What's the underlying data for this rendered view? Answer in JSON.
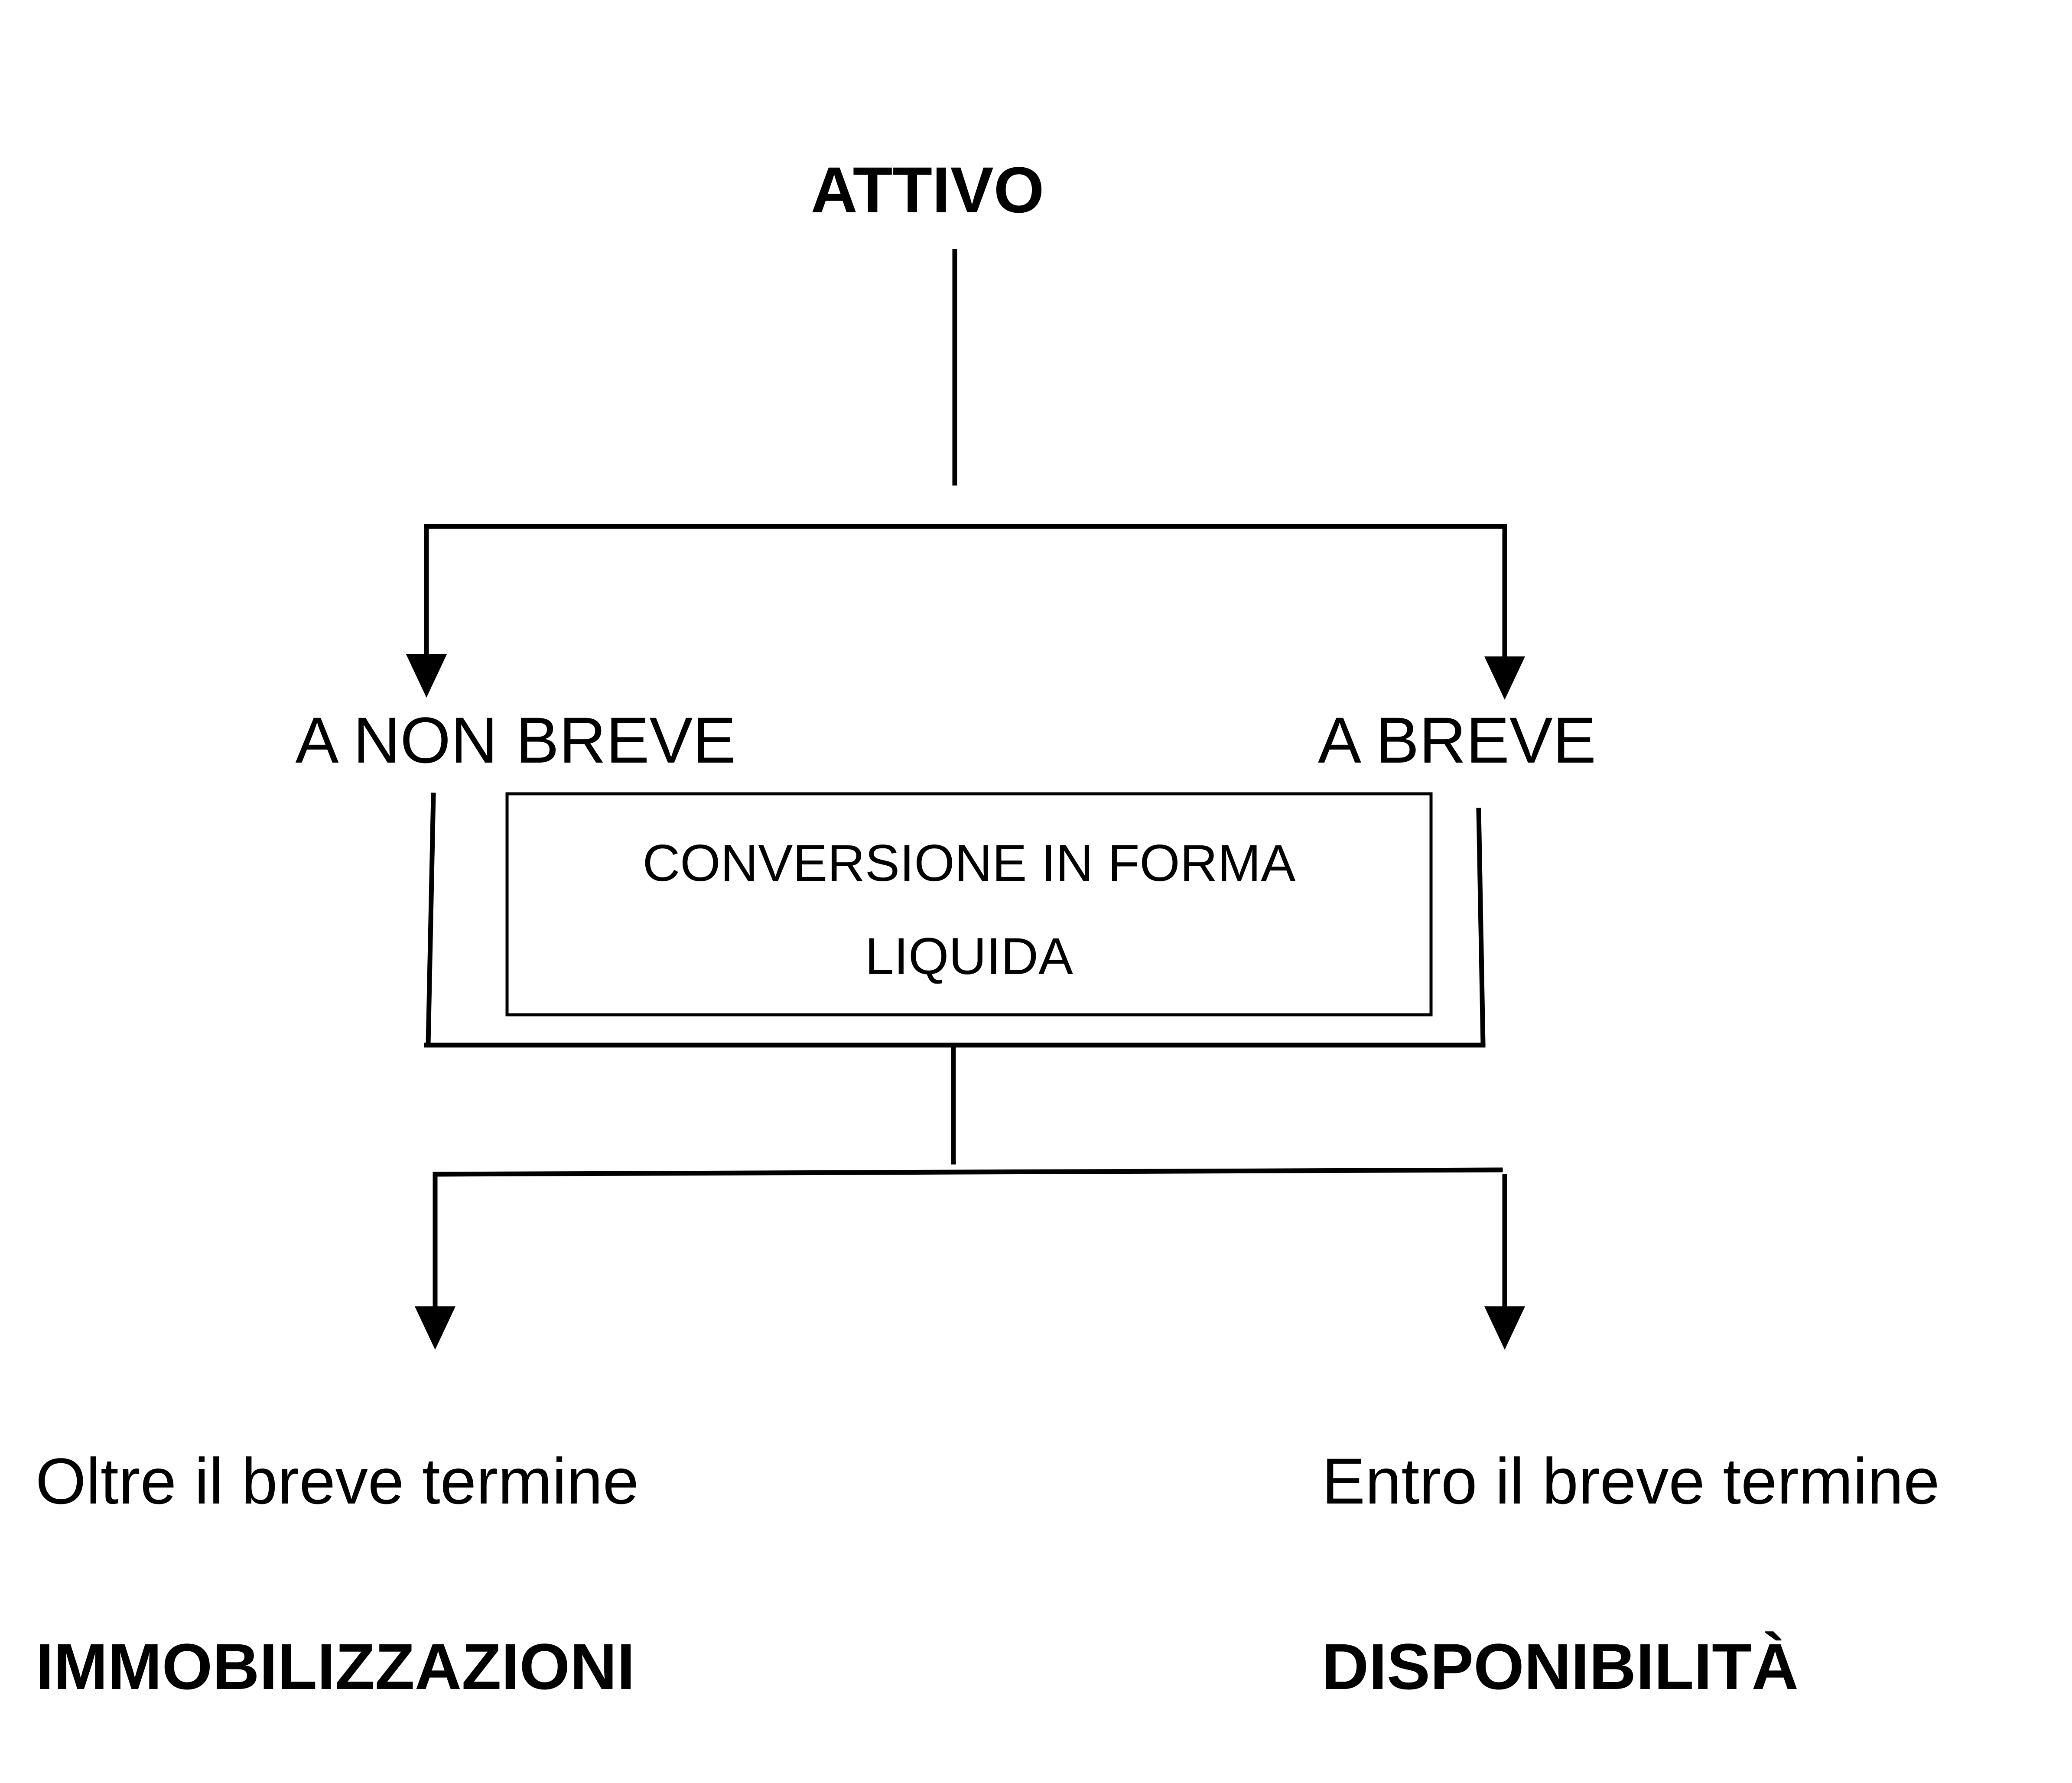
{
  "root": {
    "label": "ATTIVO"
  },
  "branches": {
    "left": {
      "label": "A NON BREVE"
    },
    "right": {
      "label": "A BREVE"
    }
  },
  "process_box": {
    "line1": "CONVERSIONE IN FORMA",
    "line2": "LIQUIDA"
  },
  "outcomes": {
    "left": {
      "description": "Oltre il breve termine",
      "category": "IMMOBILIZZAZIONI"
    },
    "right": {
      "description": "Entro il breve termine",
      "category": "DISPONIBILITÀ"
    }
  }
}
